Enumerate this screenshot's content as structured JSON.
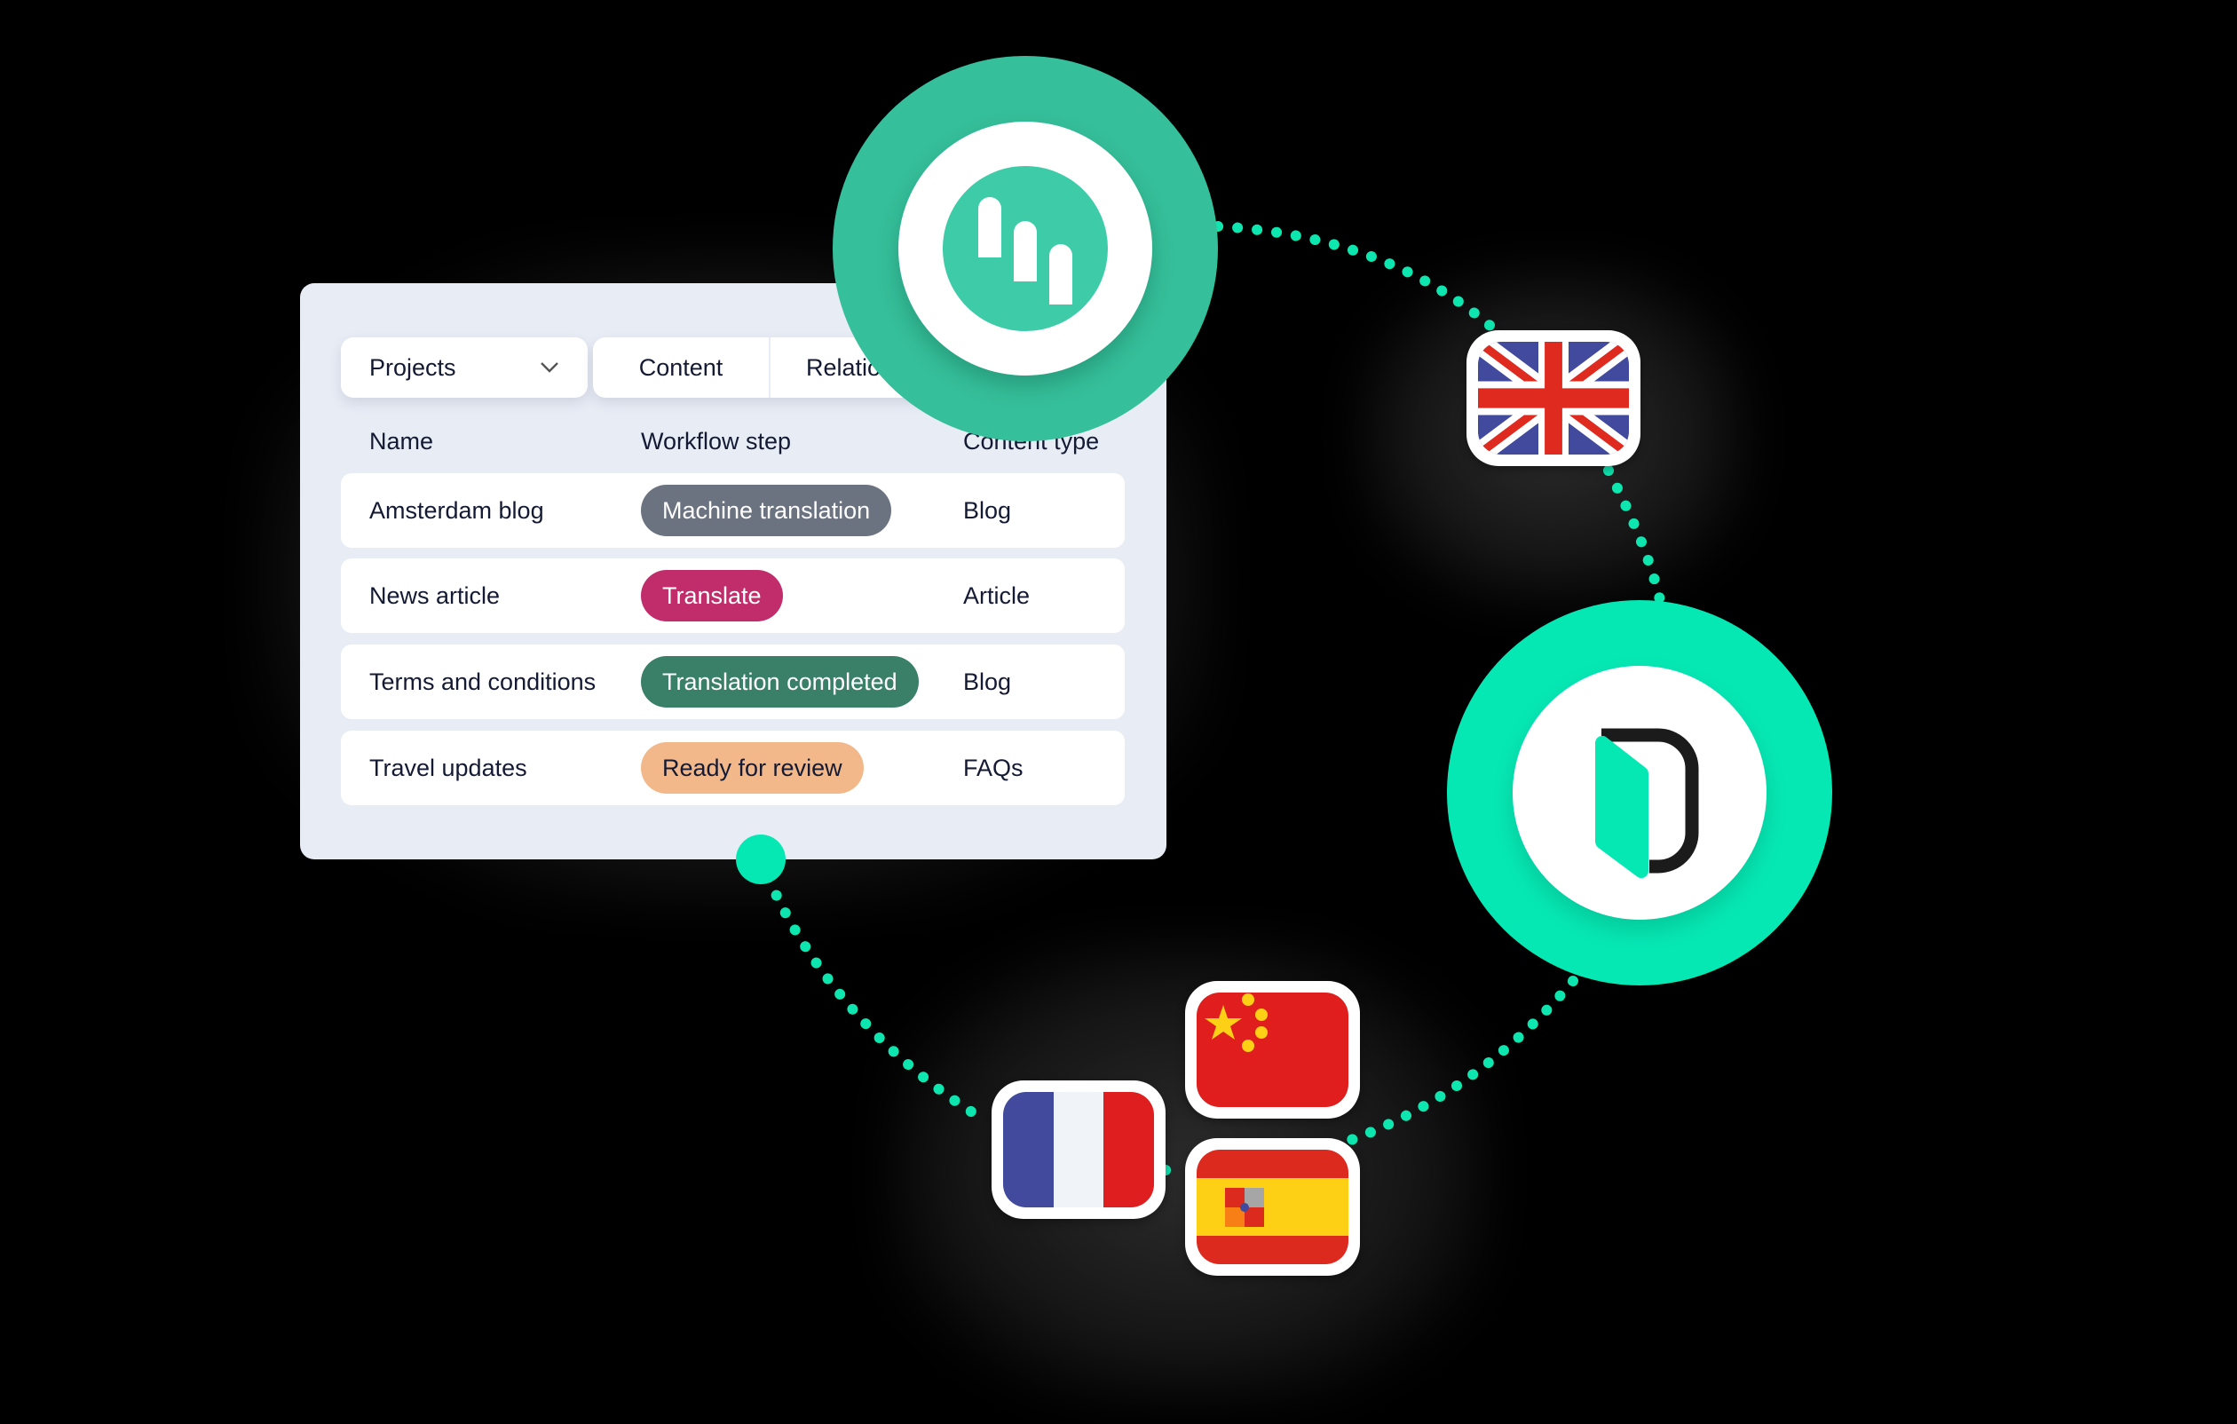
{
  "toolbar": {
    "dropdown_label": "Projects",
    "dropdown_icon": "chevron-down-icon",
    "tabs": [
      {
        "label": "Content"
      },
      {
        "label": "Relations"
      }
    ]
  },
  "table": {
    "headers": [
      "Name",
      "Workflow step",
      "Content type"
    ],
    "rows": [
      {
        "name": "Amsterdam blog",
        "workflow_step": "Machine translation",
        "content_type": "Blog",
        "badge_color": "#6b7280",
        "badge_text_color": "#ffffff"
      },
      {
        "name": "News article",
        "workflow_step": "Translate",
        "content_type": "Article",
        "badge_color": "#c12c6a",
        "badge_text_color": "#ffffff"
      },
      {
        "name": "Terms and conditions",
        "workflow_step": "Translation completed",
        "content_type": "Blog",
        "badge_color": "#3a7f68",
        "badge_text_color": "#ffffff"
      },
      {
        "name": "Travel updates",
        "workflow_step": "Ready for review",
        "content_type": "FAQs",
        "badge_color": "#f2b88a",
        "badge_text_color": "#141a33"
      }
    ]
  },
  "nodes": {
    "translation_service": {
      "icon": "bars-logo-icon",
      "outer_color": "#35bf9a",
      "inner_color": "#3ecca8"
    },
    "cms": {
      "icon": "door-logo-icon",
      "outer_color": "#06e8b4",
      "accent_color": "#06e8b4",
      "mark_color": "#1b1b1b"
    }
  },
  "languages": [
    {
      "flag": "uk-flag-icon",
      "name": "English"
    },
    {
      "flag": "china-flag-icon",
      "name": "Chinese"
    },
    {
      "flag": "france-flag-icon",
      "name": "French"
    },
    {
      "flag": "spain-flag-icon",
      "name": "Spanish"
    }
  ],
  "colors": {
    "background": "#000000",
    "card": "#e8ecf5",
    "connector": "#0ee6b0",
    "text": "#141a33"
  }
}
